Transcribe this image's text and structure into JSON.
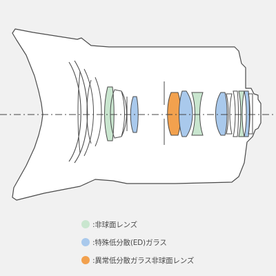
{
  "legend": {
    "items": [
      {
        "label": ":非球面レンズ",
        "color": "#c9e6cf",
        "icon": "aspherical-dot"
      },
      {
        "label": ":特殊低分散(ED)ガラス",
        "color": "#a9c9ec",
        "icon": "ed-glass-dot"
      },
      {
        "label": ":異常低分散ガラス非球面レンズ",
        "color": "#f2a14e",
        "icon": "anomalous-aspherical-dot"
      }
    ]
  },
  "colors": {
    "background": "#f1f1f1",
    "outline": "#4a4a4a",
    "barrel_fill": "#ffffff",
    "axis": "#444444",
    "aspherical": "#c9e6cf",
    "ed_glass": "#a9c9ec",
    "anomalous_aspherical": "#f2a14e"
  }
}
